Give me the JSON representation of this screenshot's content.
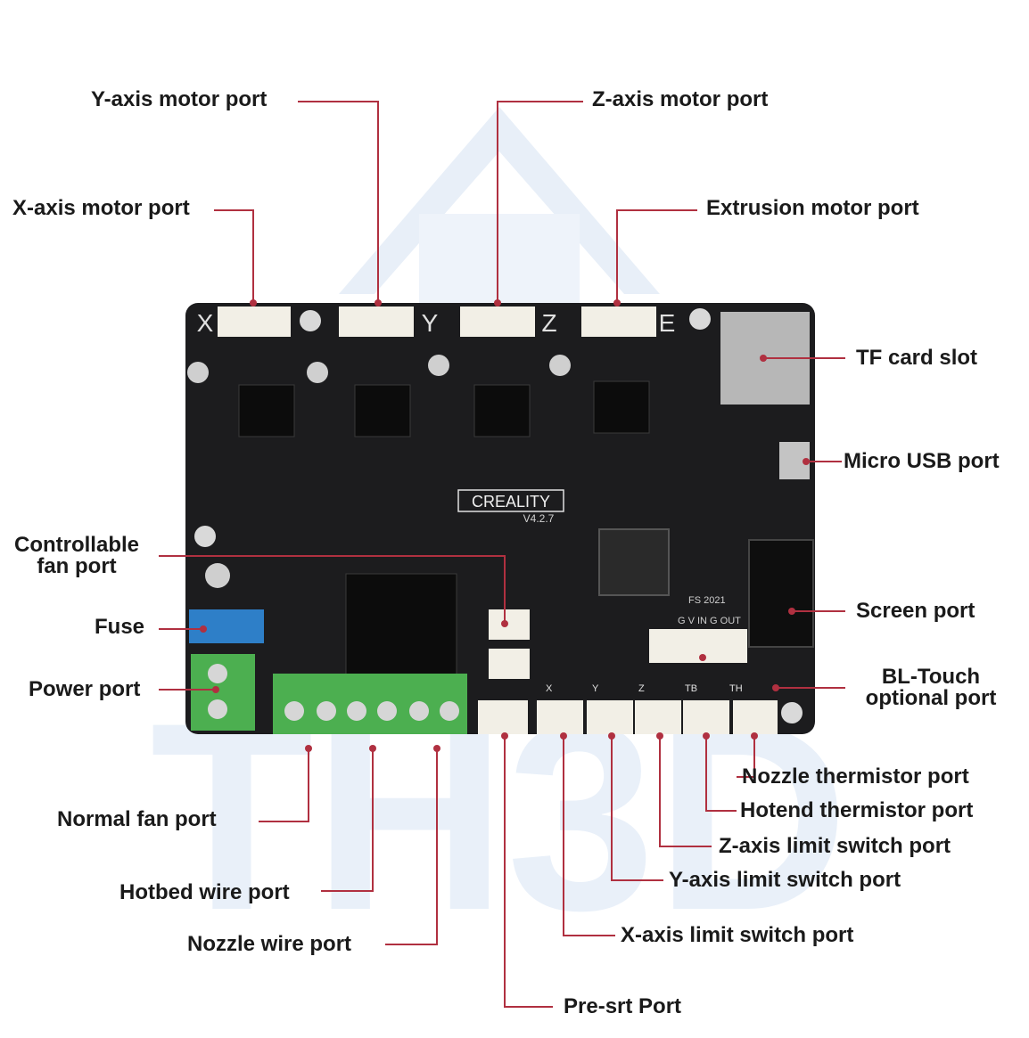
{
  "board": {
    "brand": "CREALITY",
    "version": "V4.2.7",
    "chip_mark": "FS 2021",
    "axis_letters": [
      "X",
      "Y",
      "Z",
      "E"
    ],
    "bottom_labels": [
      "X",
      "Y",
      "Z",
      "TB",
      "TH"
    ],
    "screen_pin_labels": "G V IN G OUT"
  },
  "watermark": "TH3D",
  "labels": {
    "y_motor": "Y-axis motor port",
    "z_motor": "Z-axis motor port",
    "x_motor": "X-axis motor port",
    "e_motor": "Extrusion motor port",
    "tf_card": "TF card slot",
    "micro_usb": "Micro USB port",
    "ctrl_fan_1": "Controllable",
    "ctrl_fan_2": "fan port",
    "fuse": "Fuse",
    "power": "Power port",
    "screen": "Screen port",
    "bltouch_1": "BL-Touch",
    "bltouch_2": "optional port",
    "nozzle_therm": "Nozzle thermistor port",
    "hotend_therm": "Hotend thermistor port",
    "z_limit": "Z-axis limit switch port",
    "y_limit": "Y-axis limit switch port",
    "x_limit": "X-axis limit switch port",
    "normal_fan": "Normal fan port",
    "hotbed_wire": "Hotbed wire port",
    "nozzle_wire": "Nozzle wire port",
    "presrt": "Pre-srt Port"
  },
  "colors": {
    "leader": "#b03040",
    "board": "#1c1c1e",
    "connector": "#f2efe6",
    "terminal": "#4caf50",
    "fuse": "#3a8fd8",
    "watermark": "#e6eef8"
  }
}
